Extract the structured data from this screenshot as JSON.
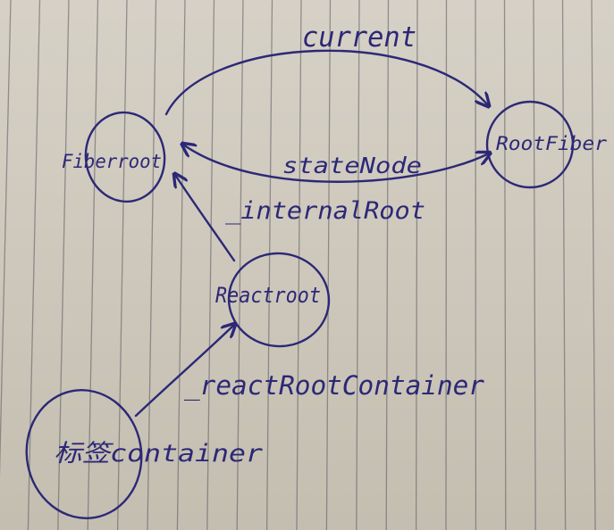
{
  "nodes": {
    "fiber_root": "Fiberroot",
    "root_fiber": "RootFiber",
    "react_root": "Reactroot",
    "dom_container": "标签container"
  },
  "edges": {
    "current": "current",
    "state_node": "stateNode",
    "internal_root": "_internalRoot",
    "react_root_container": "_reactRootContainer"
  },
  "colors": {
    "ink": "#2c2876",
    "paper": "#d6d1c6",
    "rule_line": "#55565c"
  }
}
